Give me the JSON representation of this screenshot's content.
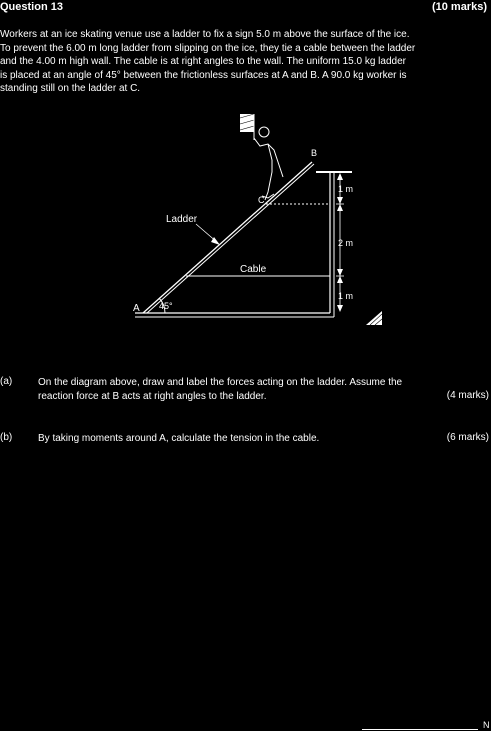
{
  "question": {
    "title": "Question 13",
    "marks": "(10 marks)"
  },
  "intro": [
    "Workers at an ice skating venue use a ladder to fix a sign 5.0 m above the surface of the ice.",
    "To prevent the 6.00 m long ladder from slipping on the ice, they tie a cable between the ladder",
    "and the 4.00 m high wall. The cable is at right angles to the wall. The uniform 15.0 kg ladder",
    "is placed at an angle of 45° between the frictionless surfaces at A and B. A 90.0 kg worker is",
    "standing still on the ladder at C."
  ],
  "diagram": {
    "label_ladder": "Ladder",
    "label_cable": "Cable",
    "label_a": "A",
    "label_b": "B",
    "label_c": "C",
    "angle": "45°",
    "dim_top": "1 m",
    "dim_mid": "2 m",
    "dim_bottom": "1 m"
  },
  "parts": {
    "a": {
      "label": "(a)",
      "text_line1": "On the diagram above, draw and label the forces acting on the ladder. Assume the",
      "text_line2": "reaction force at B acts at right angles to the ladder.",
      "marks": "(4 marks)"
    },
    "b": {
      "label": "(b)",
      "text": "By taking moments around A, calculate the tension in the cable.",
      "marks": "(6 marks)"
    }
  },
  "footer": {
    "corner": "N"
  }
}
